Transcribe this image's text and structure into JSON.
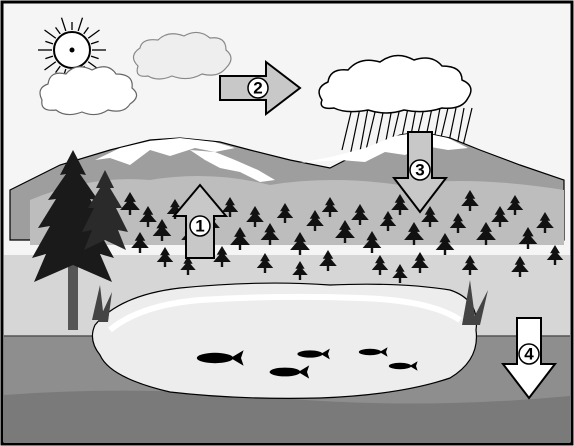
{
  "diagram": {
    "labels": [
      {
        "id": "evaporation",
        "text": "1"
      },
      {
        "id": "condensation",
        "text": "2"
      },
      {
        "id": "precipitation",
        "text": "3"
      },
      {
        "id": "infiltration",
        "text": "4"
      }
    ]
  },
  "colors": {
    "sky": "#f4f4f4",
    "mountain": "#9a9a9a",
    "snow": "#ffffff",
    "hills": "#c8c8c8",
    "ground": "#7a7a7a",
    "lake": "#eeeeee",
    "trees": "#111111",
    "arrow": "#c8c8c8",
    "frame": "#000000"
  }
}
